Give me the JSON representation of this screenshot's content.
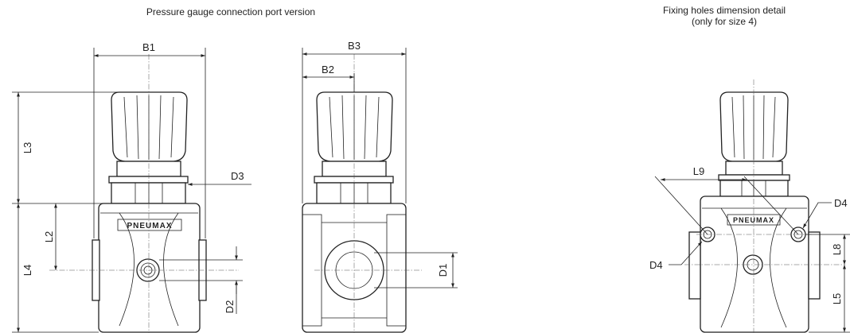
{
  "titles": {
    "left": "Pressure gauge connection port version",
    "right_line1": "Fixing holes dimension detail",
    "right_line2": "(only for size 4)"
  },
  "brand": "PNEUMAX",
  "dimensions": {
    "B1": "B1",
    "B2": "B2",
    "B3": "B3",
    "L2": "L2",
    "L3": "L3",
    "L4": "L4",
    "L5": "L5",
    "L8": "L8",
    "L9": "L9",
    "D1": "D1",
    "D2": "D2",
    "D3": "D3",
    "D4": "D4"
  }
}
